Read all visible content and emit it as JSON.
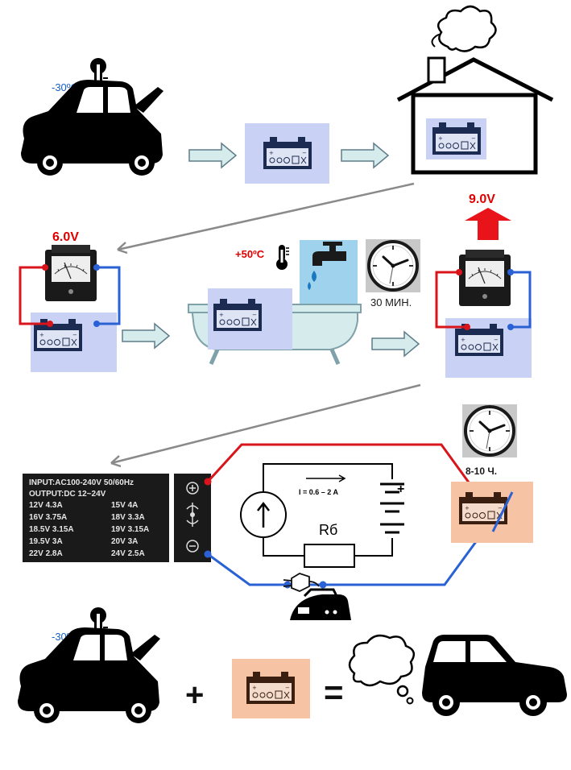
{
  "temperatures": {
    "cold": "-30ºC",
    "warm_bath": "+50ºC"
  },
  "voltages": {
    "before": "6.0V",
    "after": "9.0V"
  },
  "timers": {
    "bath": "30 МИН.",
    "charge": "8-10 Ч."
  },
  "circuit": {
    "current_label": "I = 0.6 – 2 A",
    "resistor_label": "Rб",
    "battery_plus": "+"
  },
  "adapter": {
    "input": "INPUT:AC100-240V  50/60Hz",
    "output": "OUTPUT:DC 12~24V",
    "rows": [
      [
        "12V  4.3A",
        "15V  4A"
      ],
      [
        "16V  3.75A",
        "18V  3.3A"
      ],
      [
        "18.5V  3.15A",
        "19V  3.15A"
      ],
      [
        "19.5V  3A",
        "20V  3A"
      ],
      [
        "22V  2.8A",
        "24V  2.5A"
      ]
    ]
  },
  "equation": {
    "plus": "+",
    "equals": "="
  },
  "colors": {
    "battery_bg_cold": "#c9d2f5",
    "battery_bg_warm": "#f6c3a4",
    "voltage_red": "#e00000",
    "temp_blue": "#1560c8",
    "arrow_fill": "#d6ecec",
    "wire_red": "#d9141b",
    "wire_blue": "#2a62d6",
    "water": "#9fd2ec"
  }
}
